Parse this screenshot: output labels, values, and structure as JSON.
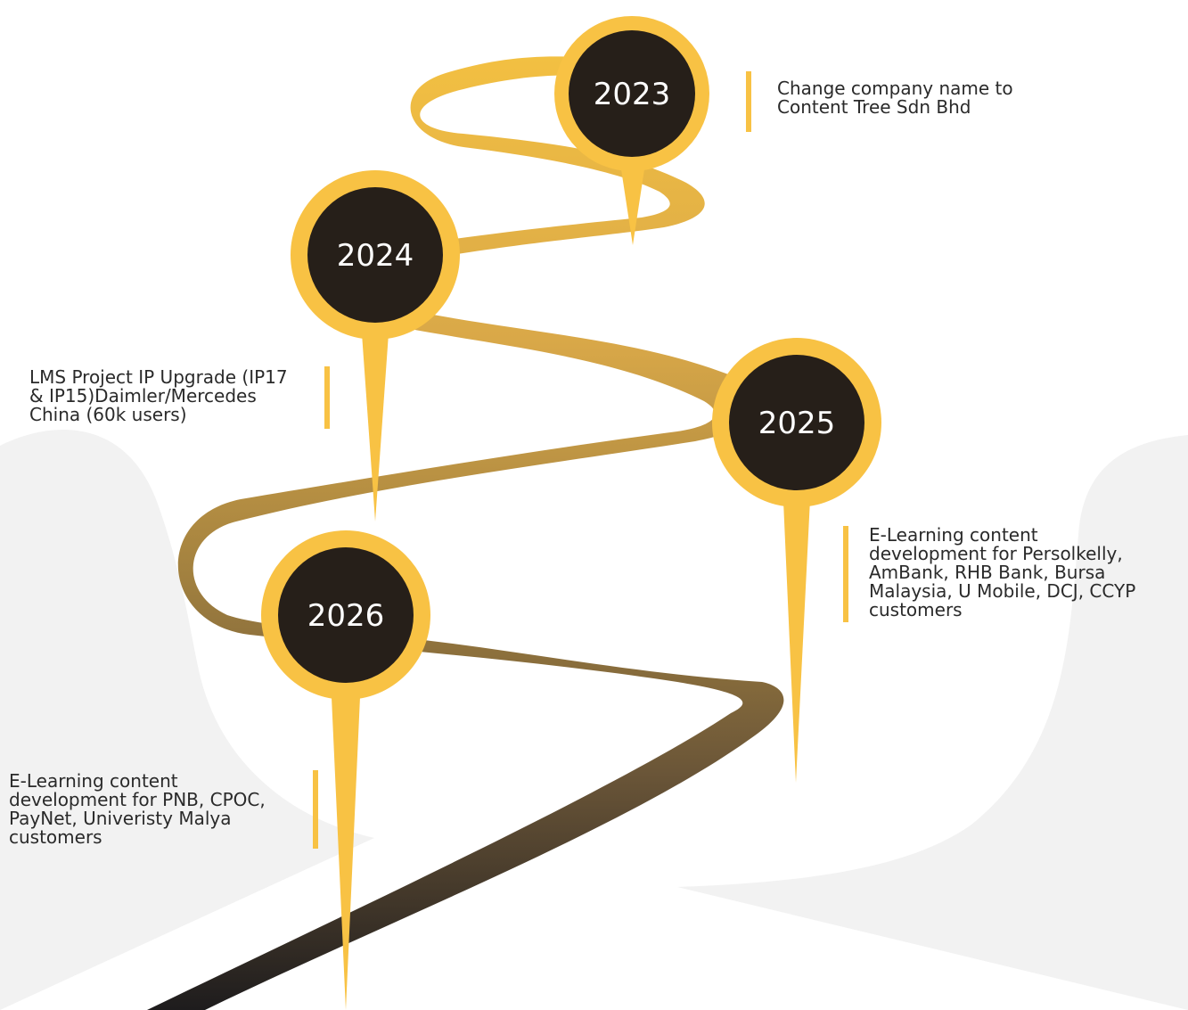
{
  "colors": {
    "accent": "#f8c244",
    "pin_center": "#261f19",
    "road_light": "#f3c042",
    "road_dark": "#221f1f",
    "backdrop": "#f2f2f2",
    "text": "#2a2a2a"
  },
  "milestones": [
    {
      "year": "2023",
      "description": "Change company name to\nContent Tree Sdn Bhd"
    },
    {
      "year": "2024",
      "description": "LMS Project IP Upgrade (IP17\n& IP15)Daimler/Mercedes\nChina (60k users)"
    },
    {
      "year": "2025",
      "description": "E-Learning content\ndevelopment for Persolkelly,\nAmBank, RHB Bank, Bursa\nMalaysia, U Mobile, DCJ, CCYP\ncustomers"
    },
    {
      "year": "2026",
      "description": "E-Learning content\ndevelopment for PNB, CPOC,\nPayNet, Univeristy Malya\ncustomers"
    }
  ]
}
